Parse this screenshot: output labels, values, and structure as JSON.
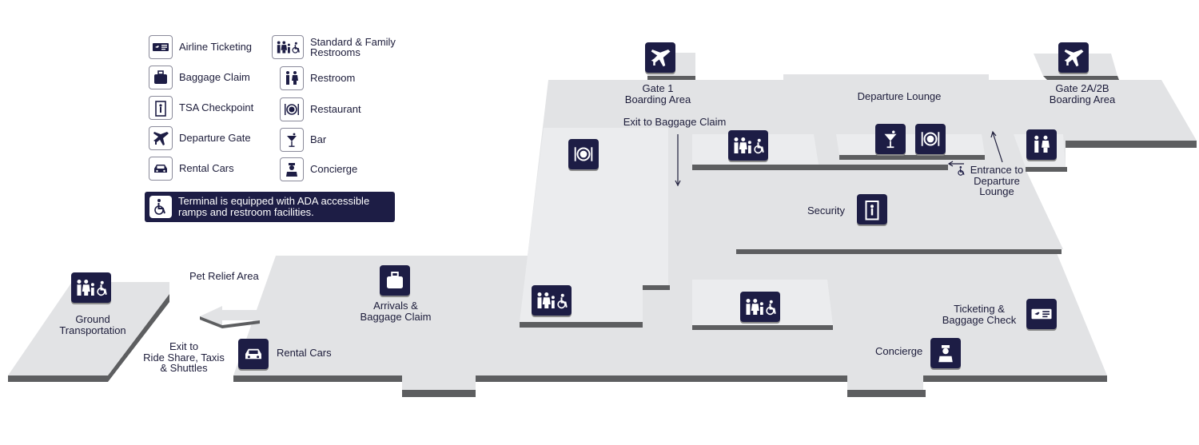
{
  "colors": {
    "floor": "#e2e3e5",
    "floor_edge": "#5d5e60",
    "marker": "#1d1d45",
    "text": "#1c1c3a"
  },
  "legend": {
    "items": [
      {
        "label": "Airline Ticketing",
        "icon": "ticket-icon"
      },
      {
        "label": "Baggage Claim",
        "icon": "suitcase-icon"
      },
      {
        "label": "TSA Checkpoint",
        "icon": "tsa-checkpoint-icon"
      },
      {
        "label": "Departure Gate",
        "icon": "airplane-icon"
      },
      {
        "label": "Rental Cars",
        "icon": "car-icon"
      },
      {
        "label": "Standard & Family Restrooms",
        "icon": "family-restroom-icon"
      },
      {
        "label": "Restroom",
        "icon": "restroom-icon"
      },
      {
        "label": "Restaurant",
        "icon": "restaurant-icon"
      },
      {
        "label": "Bar",
        "icon": "cocktail-icon"
      },
      {
        "label": "Concierge",
        "icon": "concierge-icon"
      }
    ],
    "ada_note": "Terminal is equipped with ADA accessible ramps and restroom facilities."
  },
  "labels": {
    "gate1": "Gate 1\nBoarding Area",
    "departure_lounge": "Departure Lounge",
    "gate2": "Gate 2A/2B\nBoarding Area",
    "exit_baggage": "Exit to Baggage Claim",
    "entrance_lounge": "Entrance to\nDeparture\nLounge",
    "security": "Security",
    "pet_relief": "Pet Relief Area",
    "ground_transport": "Ground\nTransportation",
    "exit_rideshare": "Exit to\nRide Share, Taxis\n& Shuttles",
    "rental_cars": "Rental Cars",
    "arrivals": "Arrivals &\nBaggage Claim",
    "ticketing": "Ticketing &\nBaggage Check",
    "concierge": "Concierge"
  }
}
